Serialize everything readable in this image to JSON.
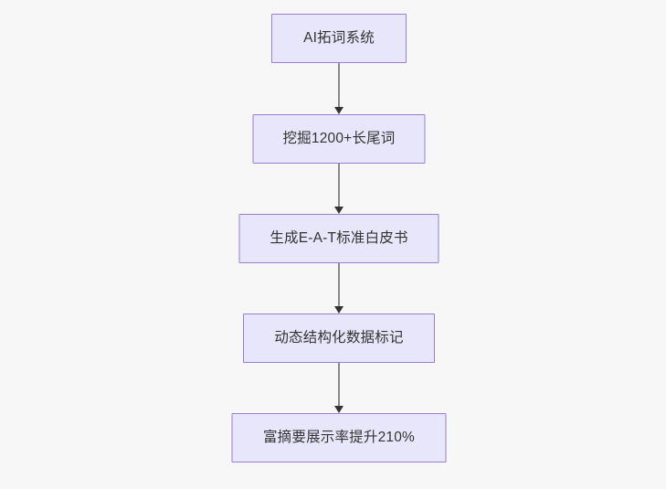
{
  "diagram": {
    "type": "flowchart",
    "direction": "top-to-bottom",
    "background_color": "#f7f7f7",
    "node_fill_color": "#e8e6fb",
    "node_border_color": "#9a7fd0",
    "node_text_color": "#333333",
    "edge_line_color": "#8a8a8a",
    "edge_arrowhead_color": "#333333",
    "nodes": [
      {
        "id": "n0",
        "label": "AI拓词系统"
      },
      {
        "id": "n1",
        "label": "挖掘1200+长尾词"
      },
      {
        "id": "n2",
        "label": "生成E-A-T标准白皮书"
      },
      {
        "id": "n3",
        "label": "动态结构化数据标记"
      },
      {
        "id": "n4",
        "label": "富摘要展示率提升210%"
      }
    ],
    "edges": [
      {
        "id": "e0",
        "from": "n0",
        "to": "n1",
        "label": "",
        "arrow": "arrow-down-icon"
      },
      {
        "id": "e1",
        "from": "n1",
        "to": "n2",
        "label": "",
        "arrow": "arrow-down-icon"
      },
      {
        "id": "e2",
        "from": "n2",
        "to": "n3",
        "label": "",
        "arrow": "arrow-down-icon"
      },
      {
        "id": "e3",
        "from": "n3",
        "to": "n4",
        "label": "",
        "arrow": "arrow-down-icon"
      }
    ]
  }
}
